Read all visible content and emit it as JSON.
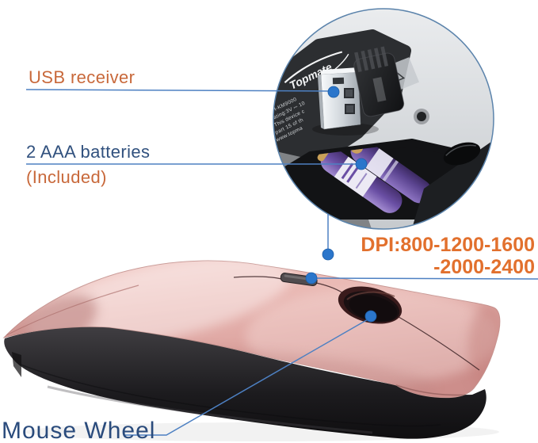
{
  "labels": {
    "usb_receiver": "USB receiver",
    "batteries": "2 AAA batteries",
    "batteries_note": "(Included)",
    "dpi_line1": "DPI:800-1200-1600",
    "dpi_line2": "-2000-2400",
    "mouse_wheel": "Mouse Wheel"
  },
  "inset": {
    "brand": "Topmate",
    "fine_print": [
      "H-KM9000",
      "ating:3V ⎓ 10",
      "This device c",
      "part 15 of th",
      "www.topma"
    ]
  },
  "colors": {
    "label_orange": "#c8683a",
    "dpi_orange": "#e2702d",
    "label_navy": "#31517e",
    "callout_line_blue": "#4d80c2",
    "callout_dot_blue": "#2b76cb",
    "inset_border_blue": "#5c84ac",
    "mouse_rose_gold": "#e2aaa6",
    "mouse_base_black": "#242326",
    "battery_purple": "#6a4fa4"
  }
}
